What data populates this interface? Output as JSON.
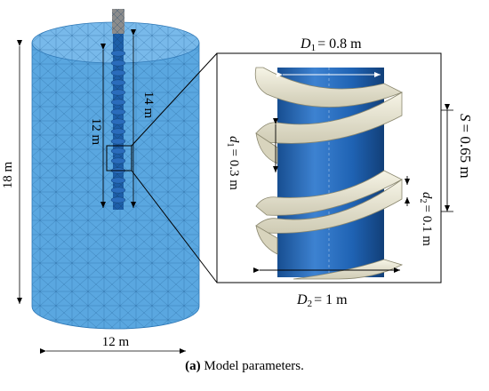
{
  "caption": {
    "letter": "(a)",
    "text": " Model parameters."
  },
  "labels": {
    "height_total": "18 m",
    "width_total": "12 m",
    "pile_length_14": "14 m",
    "pile_length_12": "12 m",
    "D1_sym": "D",
    "D1_sub": "1",
    "D1_val": "= 0.8  m",
    "D2_sym": "D",
    "D2_sub": "2",
    "D2_val": "= 1  m",
    "d1_sym": "d",
    "d1_sub": "1",
    "d1_val": "= 0.3  m",
    "d2_sym": "d",
    "d2_sub": "2",
    "d2_val": "= 0.1  m",
    "S_sym": "S",
    "S_val": "= 0.65  m"
  },
  "colors": {
    "soil_mesh": "#5aa7e0",
    "soil_mesh_dark": "#3f8fd0",
    "mesh_lines": "#1f5f93",
    "pile_shaft": "#1f63b4",
    "pile_shaft_light": "#4a8ad6",
    "helix_blade": "#ece9d6",
    "helix_edge": "#8a876e",
    "steel_cap": "#8c8c8c"
  }
}
